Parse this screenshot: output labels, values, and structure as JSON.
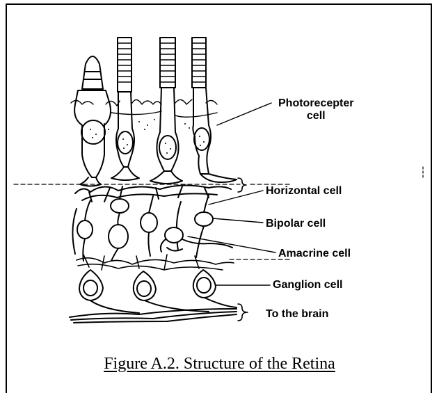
{
  "figure": {
    "caption": "Figure A.2. Structure of the Retina",
    "labels": {
      "photoreceptor_line1": "Photorecepter",
      "photoreceptor_line2": "cell",
      "horizontal": "Horizontal cell",
      "bipolar": "Bipolar cell",
      "amacrine": "Amacrine cell",
      "ganglion": "Ganglion cell",
      "brain": "To the brain"
    },
    "brace_symbol": "}"
  }
}
